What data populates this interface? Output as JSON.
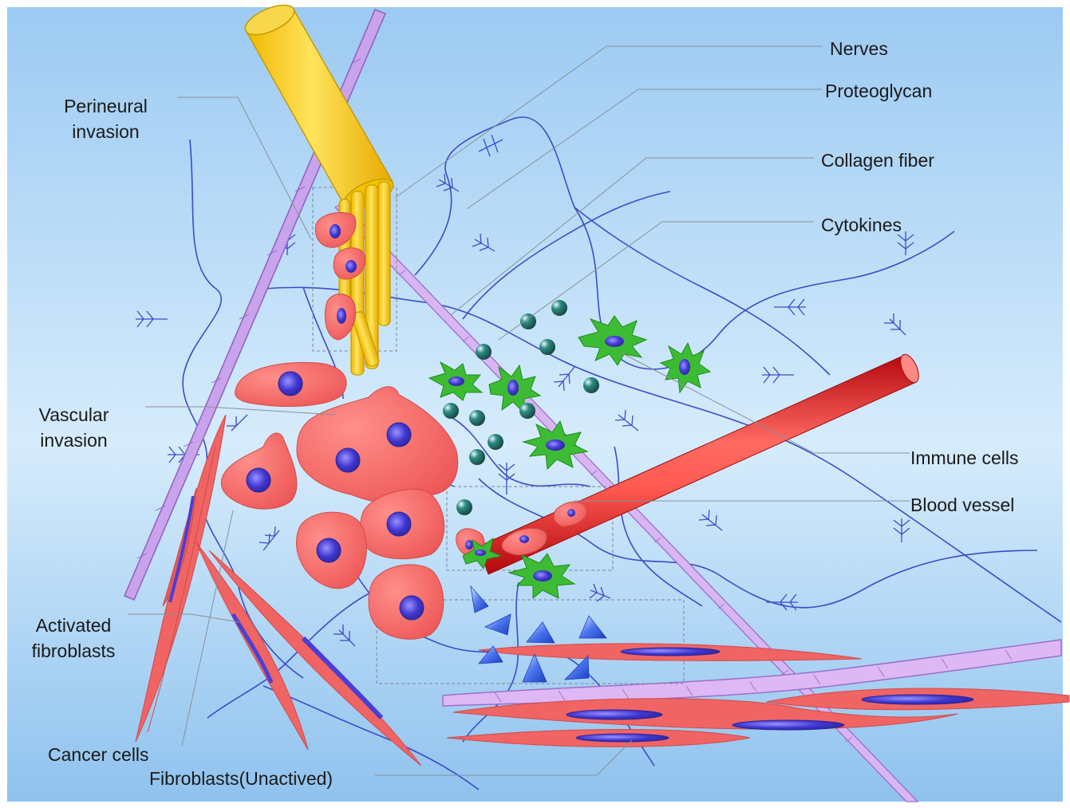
{
  "labels": {
    "nerves": "Nerves",
    "proteoglycan": "Proteoglycan",
    "collagen_fiber": "Collagen fiber",
    "cytokines": "Cytokines",
    "perineural_invasion": "Perineural\ninvasion",
    "vascular_invasion": "Vascular\ninvasion",
    "immune_cells": "Immune cells",
    "blood_vessel": "Blood vessel",
    "activated_fibroblasts": "Activated\nfibroblasts",
    "cancer_cells": "Cancer cells",
    "fibroblasts_unactived": "Fibroblasts(Unactived)"
  },
  "colors": {
    "background_top": "#9ccaf2",
    "background_mid": "#d2e9fb",
    "nerve": "#f5cc1e",
    "nerve_outline": "#c79a00",
    "cancer_cell": "#f06464",
    "cancer_cell_outline": "#d24a4a",
    "nucleus": "#4a3fd4",
    "immune_cell": "#3dbb35",
    "cytokine": "#1f6e66",
    "blood_vessel": "#e8252a",
    "collagen_fiber": "#c9a3ec",
    "proteoglycan": "#3b4cc8",
    "leader_line": "#8a9099"
  },
  "icons": {
    "cancer_cells": "red-blob-cell-icon",
    "immune_cells": "green-star-cell-icon",
    "cytokines": "teal-sphere-icon",
    "fibroblasts": "spindle-cell-icon",
    "growth_factors": "blue-cone-icon"
  }
}
